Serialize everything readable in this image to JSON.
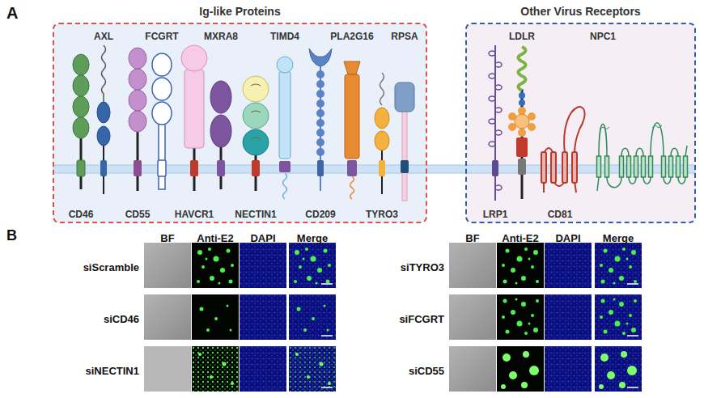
{
  "diagram": {
    "nodes": [
      {
        "text": [
          "Ig-like Proteins"
        ]
      },
      {
        "text": [
          "Other Virus Receptors"
        ]
      }
    ],
    "labels": [
      "A",
      "AXL",
      "FCGRT",
      "MXRA8",
      "TIMD4",
      "PLA2G16",
      "RPSA",
      "LDLR",
      "NPC1",
      "CD46",
      "CD55",
      "HAVCR1",
      "NECTIN1",
      "CD209",
      "TYRO3",
      "LRP1",
      "CD81",
      "B",
      "BF",
      "Anti-E2",
      "DAPI",
      "Merge",
      "siScramble",
      "siCD46",
      "siNECTIN1",
      "BF",
      "Anti-E2",
      "DAPI",
      "Merge",
      "siTYRO3",
      "siFCGRT",
      "siCD55"
    ]
  }
}
